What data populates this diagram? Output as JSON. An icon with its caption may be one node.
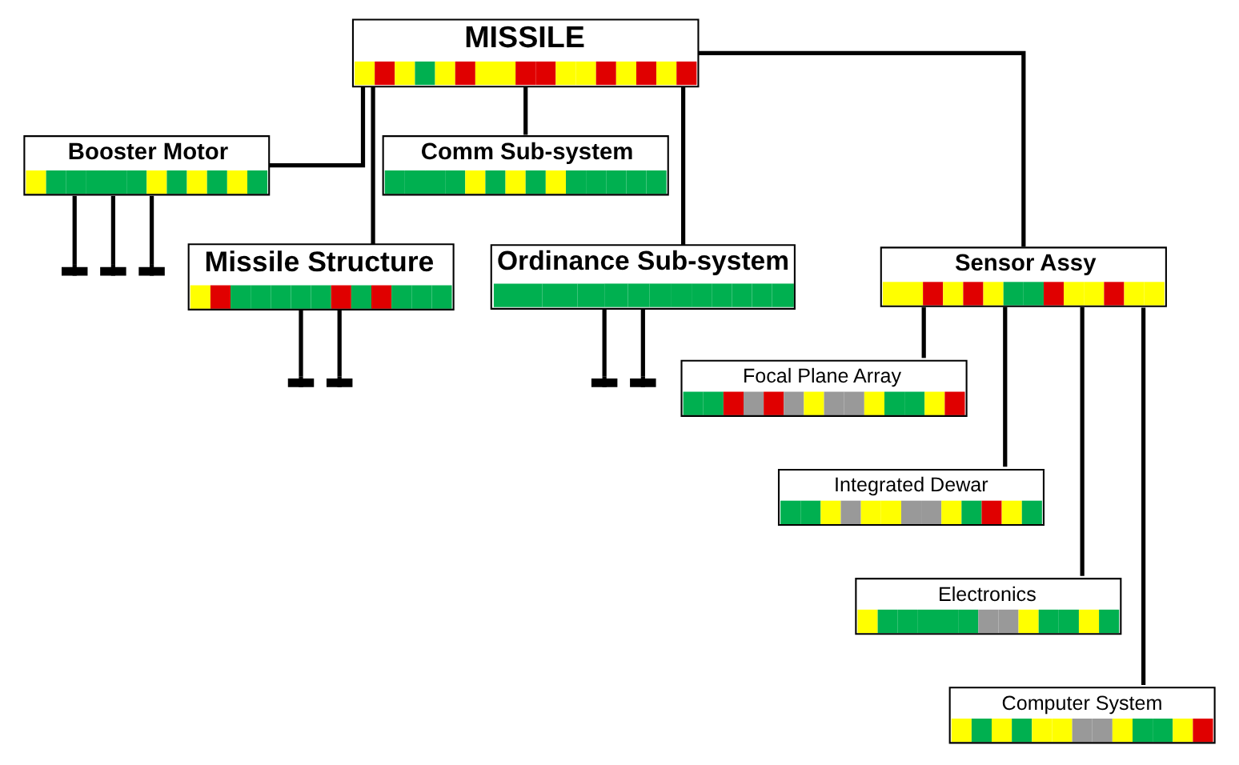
{
  "diagram": {
    "nodes": [
      {
        "text": [
          "MISSILE"
        ]
      },
      {
        "text": [
          "Booster Motor"
        ]
      },
      {
        "text": [
          "Comm Sub-system"
        ]
      },
      {
        "text": [
          "Missile Structure"
        ]
      },
      {
        "text": [
          "Sensor Assy"
        ]
      },
      {
        "text": [
          "Ordinance Sub-system"
        ]
      },
      {
        "text": [
          "Focal Plane Array"
        ]
      },
      {
        "text": [
          "Integrated Dewar"
        ]
      },
      {
        "text": [
          "Electronics"
        ]
      },
      {
        "text": [
          "Computer System"
        ]
      }
    ],
    "edges": [
      {
        "from": 0,
        "to": 1,
        "arrow": "none"
      },
      {
        "from": 0,
        "to": 2,
        "arrow": "none"
      },
      {
        "from": 0,
        "to": 3,
        "arrow": "none"
      },
      {
        "from": 0,
        "to": 4,
        "arrow": "none"
      },
      {
        "from": 0,
        "to": 5,
        "arrow": "none"
      },
      {
        "from": 3,
        "to": null,
        "arrow": "other"
      },
      {
        "from": 3,
        "to": null,
        "arrow": "other"
      },
      {
        "from": 1,
        "to": null,
        "arrow": "other"
      },
      {
        "from": 1,
        "to": null,
        "arrow": "other"
      },
      {
        "from": 1,
        "to": null,
        "arrow": "other"
      },
      {
        "from": 4,
        "to": 6,
        "arrow": "none"
      },
      {
        "from": 4,
        "to": 7,
        "arrow": "none"
      },
      {
        "from": 4,
        "to": 8,
        "arrow": "none"
      },
      {
        "from": 4,
        "to": 9,
        "arrow": "none"
      },
      {
        "from": 5,
        "to": null,
        "arrow": "other"
      },
      {
        "from": 5,
        "to": null,
        "arrow": "other"
      }
    ]
  }
}
